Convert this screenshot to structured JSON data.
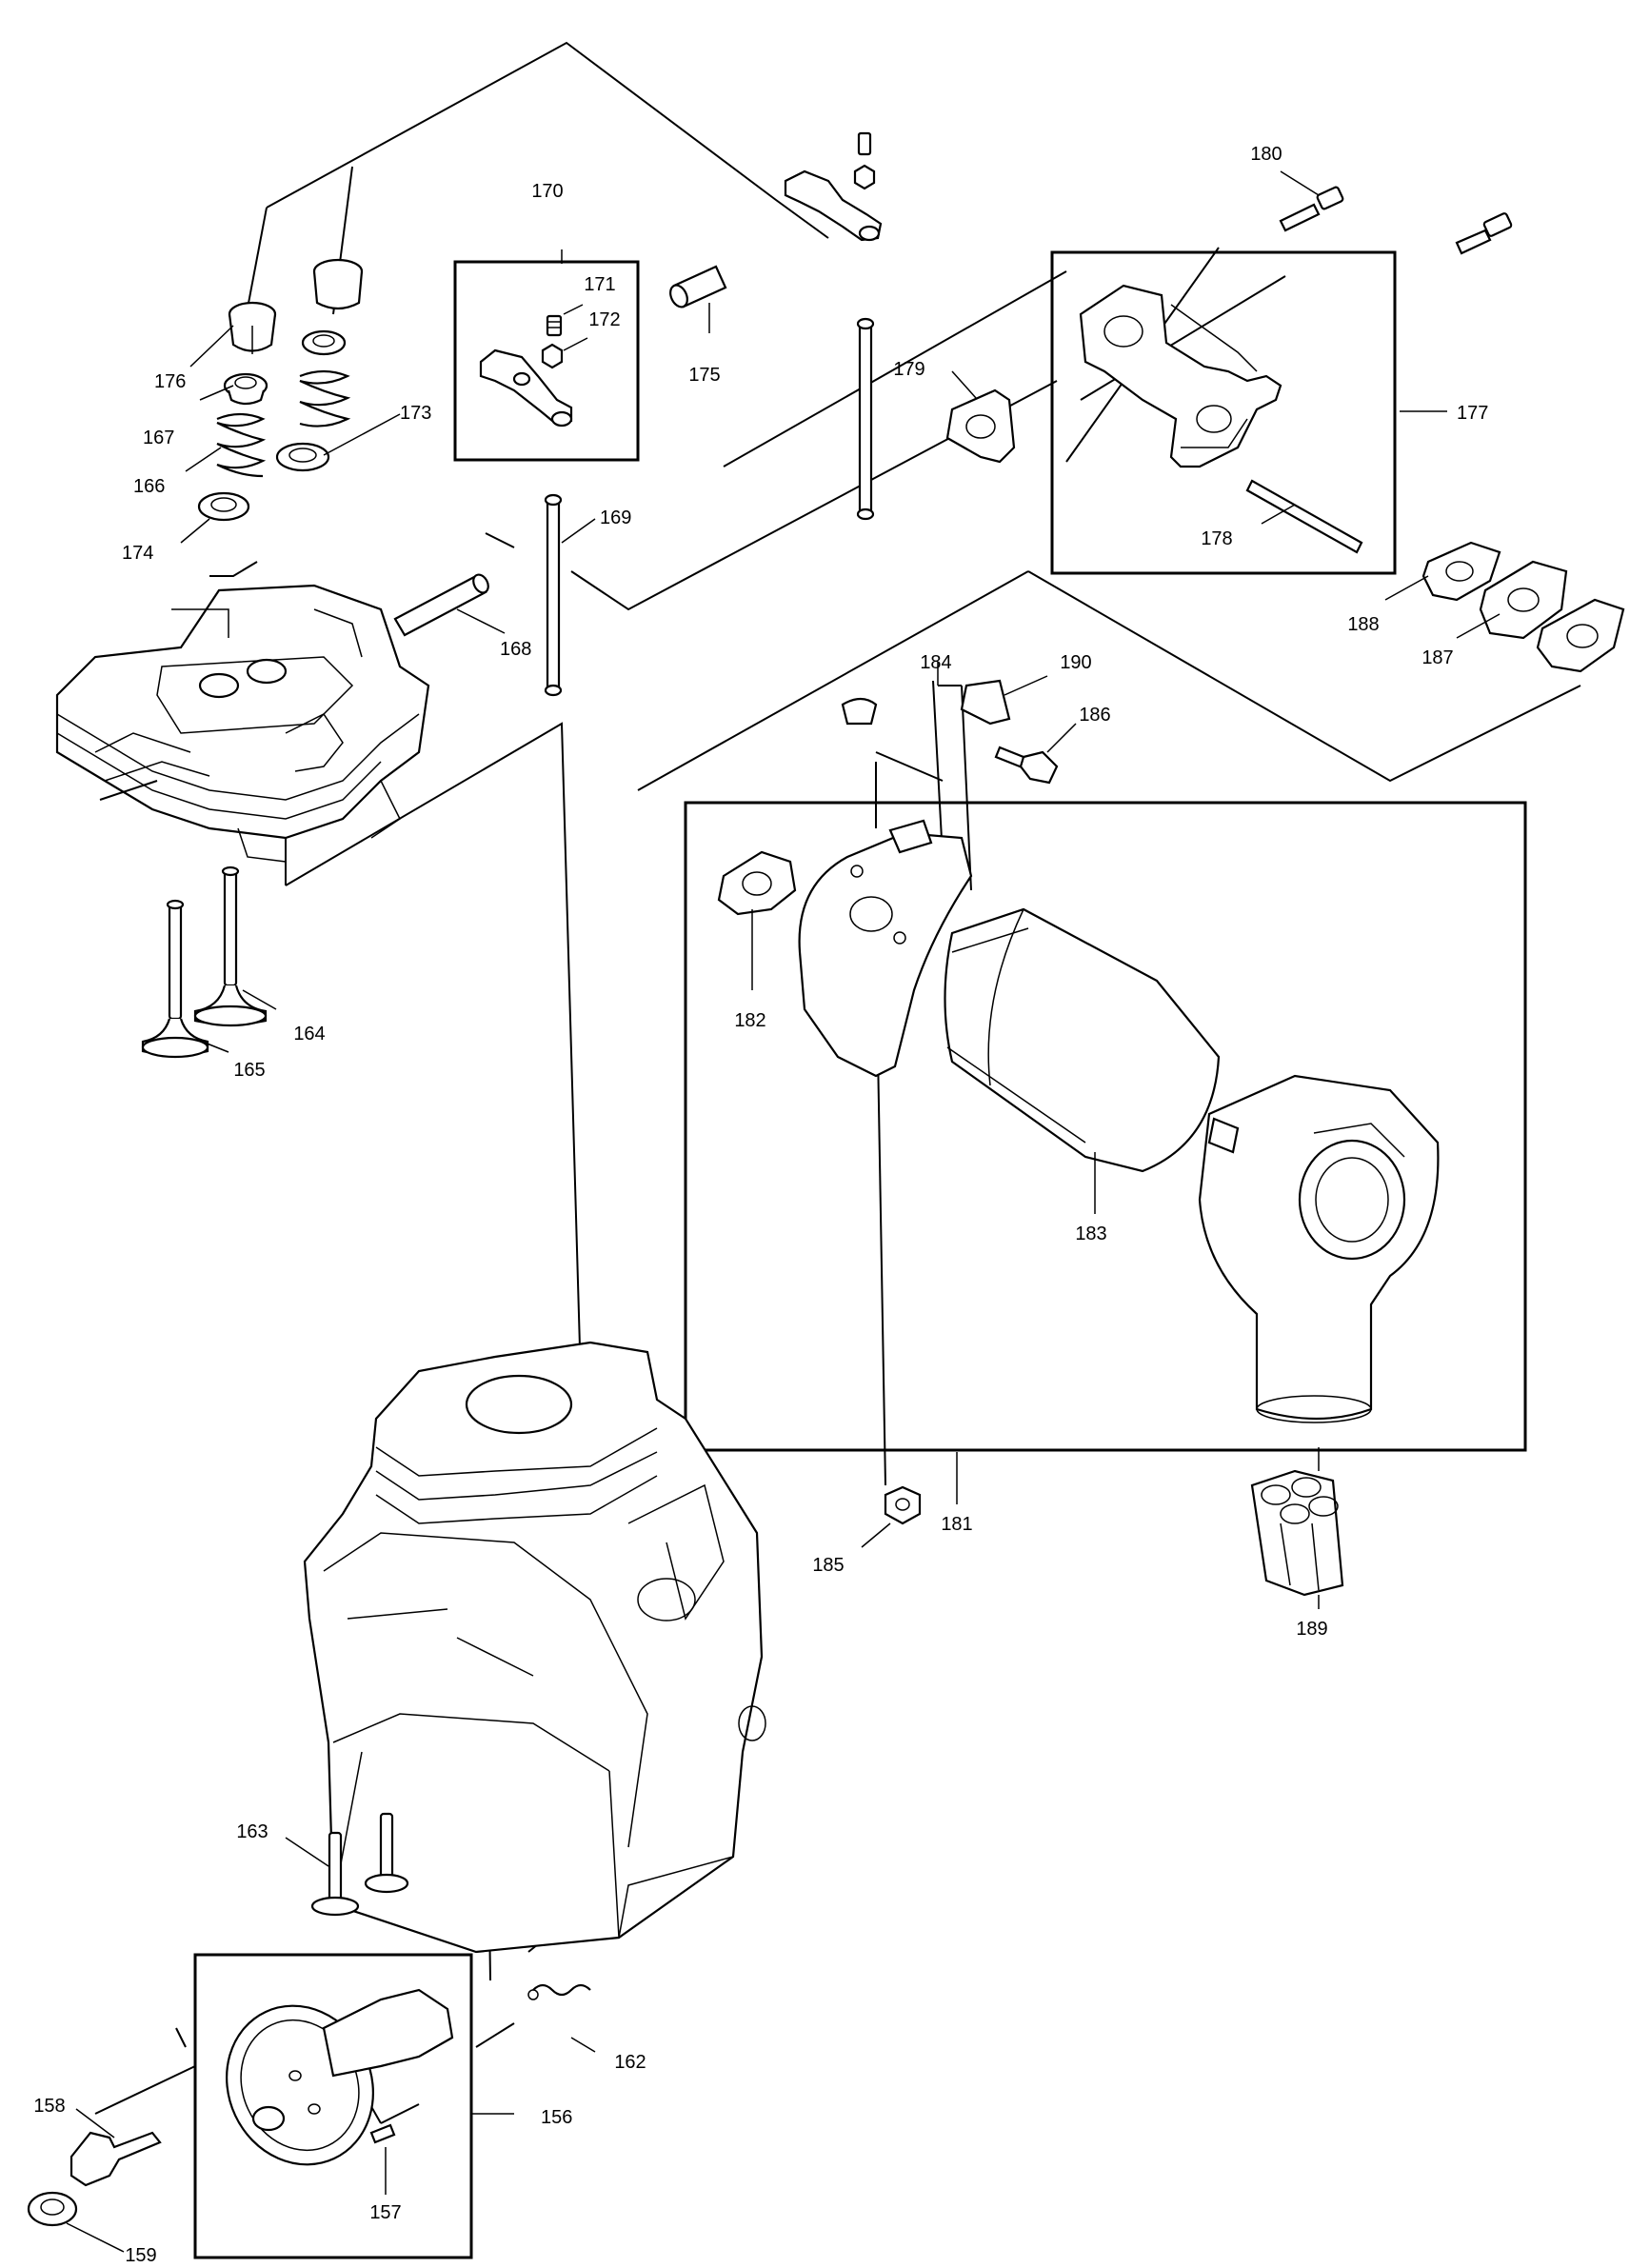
{
  "labels": {
    "p156": "156",
    "p157": "157",
    "p158": "158",
    "p159": "159",
    "p162": "162",
    "p163": "163",
    "p164": "164",
    "p165": "165",
    "p166": "166",
    "p167": "167",
    "p168": "168",
    "p169": "169",
    "p170": "170",
    "p171": "171",
    "p172": "172",
    "p173": "173",
    "p174": "174",
    "p175": "175",
    "p176": "176",
    "p177": "177",
    "p178": "178",
    "p179": "179",
    "p180": "180",
    "p181": "181",
    "p182": "182",
    "p183": "183",
    "p184": "184",
    "p185": "185",
    "p186": "186",
    "p187": "187",
    "p188": "188",
    "p189": "189",
    "p190": "190"
  }
}
